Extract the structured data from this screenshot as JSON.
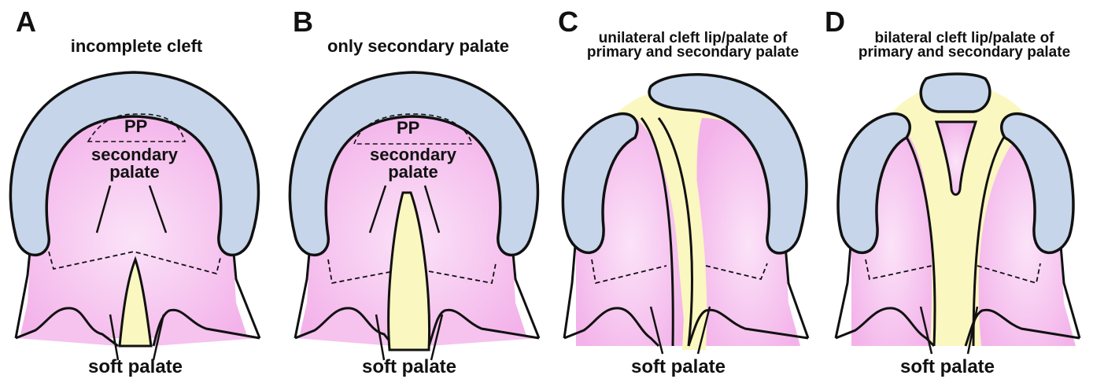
{
  "panels": [
    {
      "letter": "A",
      "title": "incomplete cleft",
      "pp": "PP",
      "secondary": "secondary\npalate",
      "soft": "soft palate"
    },
    {
      "letter": "B",
      "title": "only secondary palate",
      "pp": "PP",
      "secondary": "secondary\npalate",
      "soft": "soft palate"
    },
    {
      "letter": "C",
      "title": "unilateral cleft lip/palate of\nprimary and secondary palate",
      "soft": "soft palate"
    },
    {
      "letter": "D",
      "title": "bilateral cleft lip/palate of\nprimary and secondary palate",
      "soft": "soft palate"
    }
  ],
  "colors": {
    "gum": "#c6d5ea",
    "palate": "#f7c9f0",
    "cleft": "#fbf7c0",
    "outline": "#111111"
  }
}
